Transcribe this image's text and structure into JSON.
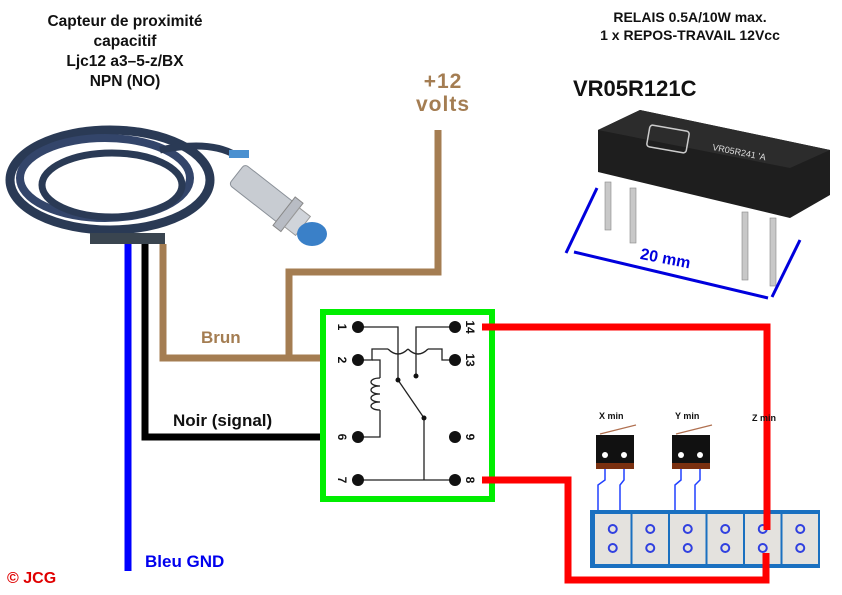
{
  "sensor": {
    "title_lines": [
      "Capteur de proximité",
      "capacitif",
      "Ljc12 a3–5-z/BX",
      "NPN (NO)"
    ]
  },
  "relay": {
    "spec_lines": [
      "RELAIS 0.5A/10W max.",
      "1 x REPOS-TRAVAIL 12Vcc"
    ],
    "model": "VR05R121C",
    "photo_marking": "VR05R241 'A",
    "dimension_label": "20 mm",
    "pins": [
      "1",
      "2",
      "6",
      "7",
      "14",
      "13",
      "9",
      "8"
    ]
  },
  "wires": {
    "supply_label": [
      "+12",
      "volts"
    ],
    "brown_label": "Brun",
    "black_label": "Noir (signal)",
    "blue_label": "Bleu GND"
  },
  "switches": {
    "labels": [
      "X min",
      "Y min",
      "Z min"
    ],
    "terminal_count": 6
  },
  "colors": {
    "brown_wire": "#a47d52",
    "black_wire": "#000000",
    "blue_wire": "#0000ff",
    "red_wire": "#ff0000",
    "relay_frame": "#00ee00",
    "terminal_frame": "#1a70c0"
  },
  "copyright": "© JCG"
}
